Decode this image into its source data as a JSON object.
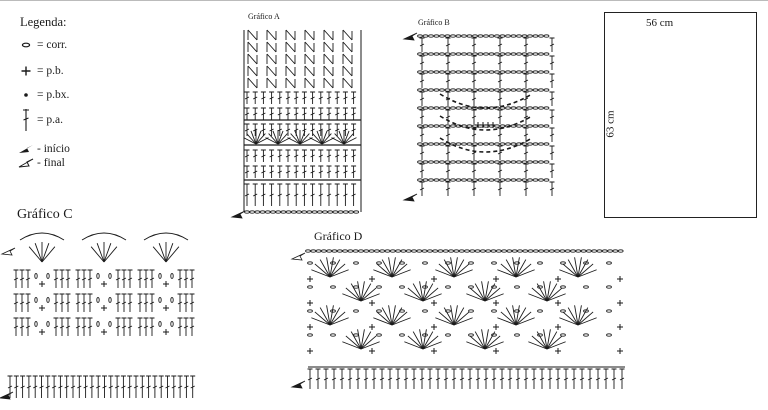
{
  "legend": {
    "title": "Legenda:",
    "items": [
      {
        "symbol": "chain-oval-icon",
        "label": "= corr."
      },
      {
        "symbol": "single-crochet-plus-icon",
        "label": "= p.b."
      },
      {
        "symbol": "slip-stitch-dot-icon",
        "label": "= p.bx."
      },
      {
        "symbol": "double-crochet-icon",
        "label": "= p.a."
      },
      {
        "symbol": "start-arrow-filled-icon",
        "label": "- início"
      },
      {
        "symbol": "end-arrow-outline-icon",
        "label": "- final"
      }
    ]
  },
  "charts": {
    "a": {
      "title": "Gráfico A"
    },
    "b": {
      "title": "Gráfico B"
    },
    "c": {
      "title": "Gráfico C"
    },
    "d": {
      "title": "Gráfico D"
    }
  },
  "schematic": {
    "width_label": "56 cm",
    "height_label": "63 cm"
  },
  "colors": {
    "ink": "#1a1a1a"
  }
}
